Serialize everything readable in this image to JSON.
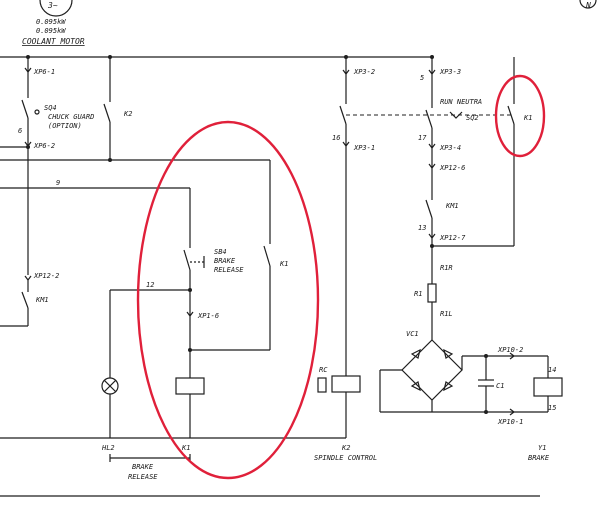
{
  "motor": {
    "symbol": "3~",
    "rating_1": "0.095kW",
    "rating_2": "0.095kW",
    "name": "COOLANT MOTOR"
  },
  "labels": {
    "xp6_1": "XP6-1",
    "sq4_line1": "SQ4",
    "sq4_line2": "CHUCK GUARD",
    "sq4_line3": "(OPTION)",
    "k2_contact": "K2",
    "wire_6": "6",
    "xp6_2": "XP6-2",
    "wire_9": "9",
    "xp12_2": "XP12-2",
    "km1_left": "KM1",
    "sb4_line1": "SB4",
    "sb4_line2": "BRAKE",
    "sb4_line3": "RELEASE",
    "k1_mid": "K1",
    "wire_12": "12",
    "xp1_6": "XP1-6",
    "hl2": "HL2",
    "k1_coil": "K1",
    "brake_release_1": "BRAKE",
    "brake_release_2": "RELEASE",
    "xp3_2": "XP3-2",
    "wire_16": "16",
    "xp3_1": "XP3-1",
    "k2_coil": "K2",
    "spindle_control": "SPINDLE CONTROL",
    "rc_side": "RC",
    "xp3_3": "XP3-3",
    "wire_5": "5",
    "run_neutral": "RUN NEUTRA",
    "sq2": "SQ2",
    "k1_right": "K1",
    "wire_17": "17",
    "xp3_4": "XP3-4",
    "xp12_6": "XP12-6",
    "km1_right": "KM1",
    "wire_13": "13",
    "xp12_7": "XP12-7",
    "r1r": "R1R",
    "r1": "R1",
    "r1l": "R1L",
    "vc1": "VC1",
    "xp10_2": "XP10-2",
    "wire_14": "14",
    "c1": "C1",
    "wire_15": "15",
    "xp10_1": "XP10-1",
    "y1": "Y1",
    "brake": "BRAKE",
    "page_ref": "N"
  }
}
